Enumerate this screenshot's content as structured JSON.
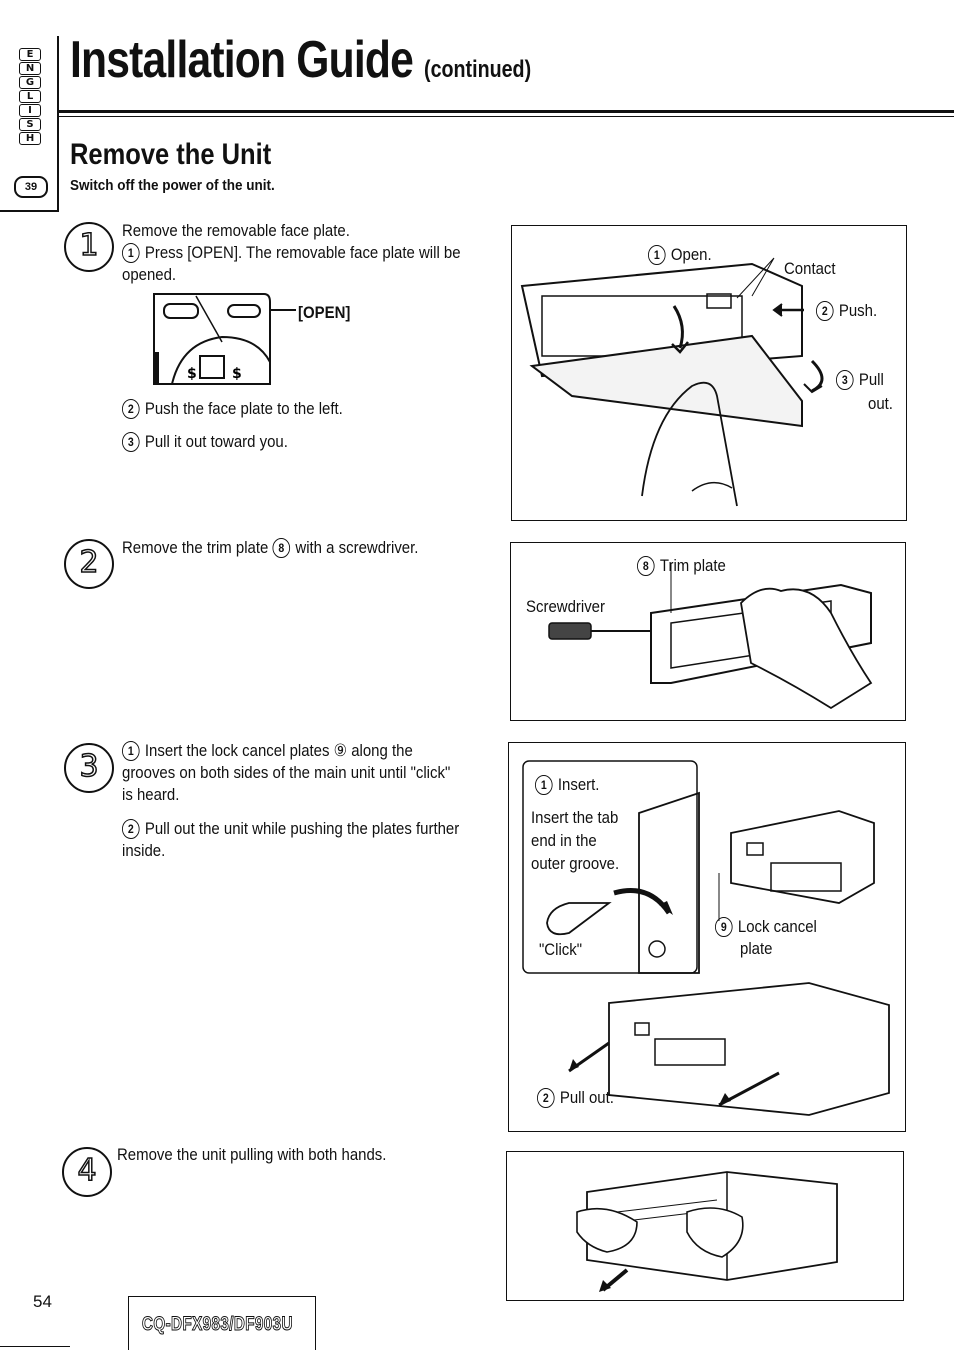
{
  "sidebar": {
    "language_letters": [
      "E",
      "N",
      "G",
      "L",
      "I",
      "S",
      "H"
    ],
    "section_number": "39"
  },
  "header": {
    "title": "Installation Guide",
    "title_suffix": "(continued)"
  },
  "section": {
    "heading": "Remove the Unit",
    "subheading": "Switch off the power of the unit."
  },
  "steps": [
    {
      "number": "1",
      "text": "Remove the removable face plate.",
      "substeps": [
        {
          "num": "1",
          "text": "Press [OPEN]. The removable face plate will be opened."
        },
        {
          "num": "2",
          "text": "Push the face plate to the left."
        },
        {
          "num": "3",
          "text": "Pull it out toward you."
        }
      ],
      "inline_label": "[OPEN]",
      "figure_labels": {
        "open": "Open.",
        "open_num": "1",
        "contact": "Contact",
        "push": "Push.",
        "push_num": "2",
        "pull_out_1": "Pull",
        "pull_out_2": "out.",
        "pull_num": "3"
      }
    },
    {
      "number": "2",
      "text_pre": "Remove the trim plate",
      "text_ref": "8",
      "text_post": "with a screwdriver.",
      "figure_labels": {
        "trim_plate": "Trim plate",
        "trim_num": "8",
        "screwdriver": "Screwdriver"
      }
    },
    {
      "number": "3",
      "substeps": [
        {
          "num": "1",
          "text": "Insert the lock cancel plates ⑨ along the grooves on both sides of the main unit until \"click\" is heard."
        },
        {
          "num": "2",
          "text": "Pull out the unit while pushing the plates further inside."
        }
      ],
      "figure_labels": {
        "insert": "Insert.",
        "insert_num": "1",
        "insert_tab_1": "Insert the tab",
        "insert_tab_2": "end in the",
        "insert_tab_3": "outer groove.",
        "click": "\"Click\"",
        "lock_cancel_1": "Lock cancel",
        "lock_cancel_2": "plate",
        "lock_num": "9",
        "pull_out": "Pull out.",
        "pull_num": "2"
      }
    },
    {
      "number": "4",
      "text": "Remove the unit pulling with both hands."
    }
  ],
  "footer": {
    "page_number": "54",
    "model": "CQ-DFX983/DF903U"
  }
}
